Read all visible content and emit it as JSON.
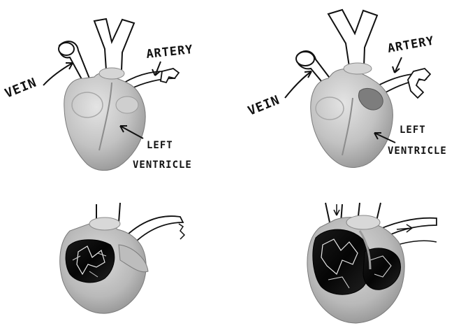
{
  "panels": [
    {
      "id": "top-left",
      "labels": {
        "vein": "VEIN",
        "artery": "ARTERY",
        "left_line1": "LEFT",
        "left_line2": "VENTRICLE"
      }
    },
    {
      "id": "top-right",
      "labels": {
        "vein": "VEIN",
        "artery": "ARTERY",
        "left_line1": "LEFT",
        "left_line2": "VENTRICLE"
      }
    },
    {
      "id": "bottom-left"
    },
    {
      "id": "bottom-right"
    }
  ],
  "colors": {
    "heart_fill": "#c9c9c9",
    "heart_shadow": "#9a9a9a",
    "ink": "#111111",
    "interior": "#0d0d0d",
    "interior_highlight": "#e8e8e8",
    "vessel_fill": "#ffffff"
  }
}
